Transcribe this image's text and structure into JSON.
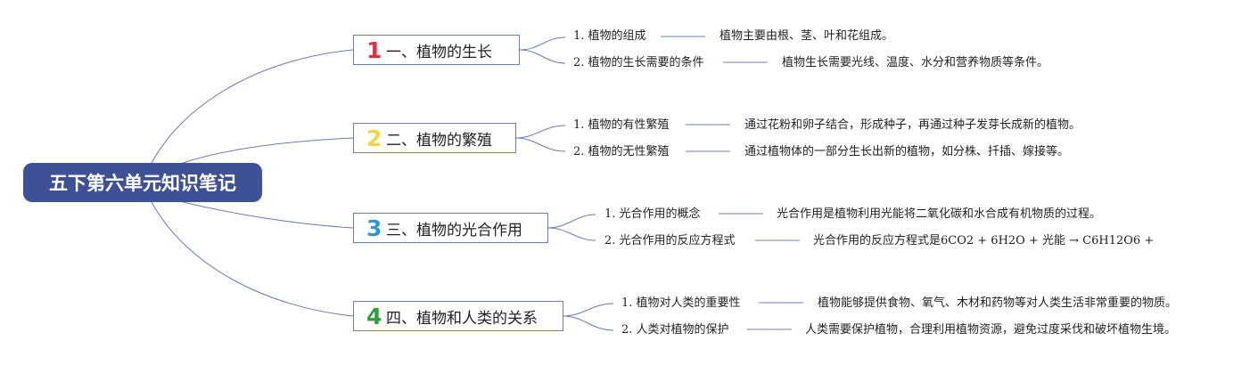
{
  "root": {
    "title": "五下第六单元知识笔记"
  },
  "colors": {
    "root": "#3e5196",
    "line": "#6b7bb3",
    "num1": "#e0323e",
    "num2": "#f3d34a",
    "num3": "#2b97d6",
    "num4": "#2e9e3a"
  },
  "topics": [
    {
      "num": "1",
      "label": "一、植物的生长",
      "items": [
        {
          "title": "1. 植物的组成",
          "desc": "植物主要由根、茎、叶和花组成。"
        },
        {
          "title": "2. 植物的生长需要的条件",
          "desc": "植物生长需要光线、温度、水分和营养物质等条件。"
        }
      ]
    },
    {
      "num": "2",
      "label": "二、植物的繁殖",
      "items": [
        {
          "title": "1. 植物的有性繁殖",
          "desc": "通过花粉和卵子结合，形成种子，再通过种子发芽长成新的植物。"
        },
        {
          "title": "2. 植物的无性繁殖",
          "desc": "通过植物体的一部分生长出新的植物，如分株、扦插、嫁接等。"
        }
      ]
    },
    {
      "num": "3",
      "label": "三、植物的光合作用",
      "items": [
        {
          "title": "1. 光合作用的概念",
          "desc": "光合作用是植物利用光能将二氧化碳和水合成有机物质的过程。"
        },
        {
          "title": "2. 光合作用的反应方程式",
          "desc": "光合作用的反应方程式是6CO2 + 6H2O + 光能 → C6H12O6 +"
        }
      ]
    },
    {
      "num": "4",
      "label": "四、植物和人类的关系",
      "items": [
        {
          "title": "1. 植物对人类的重要性",
          "desc": "植物能够提供食物、氧气、木材和药物等对人类生活非常重要的物质。"
        },
        {
          "title": "2. 人类对植物的保护",
          "desc": "人类需要保护植物，合理利用植物资源，避免过度采伐和破坏植物生境。"
        }
      ]
    }
  ]
}
